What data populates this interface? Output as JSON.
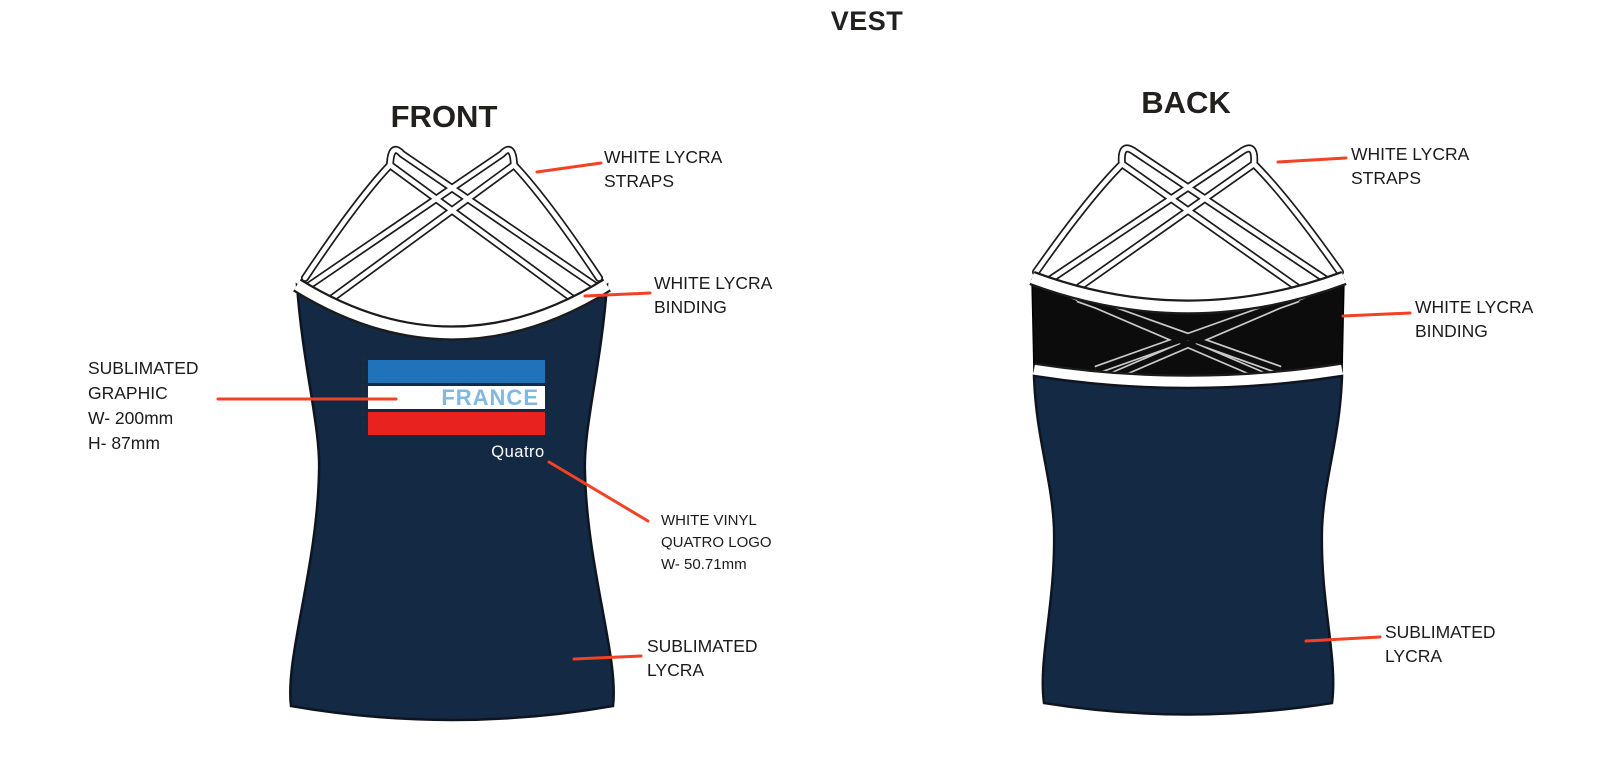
{
  "title": "VEST",
  "views": {
    "front": {
      "heading": "FRONT",
      "graphic": {
        "country_label": "FRANCE",
        "brand_label": "Quatro"
      },
      "annotations": {
        "straps": "WHITE LYCRA\nSTRAPS",
        "binding": "WHITE LYCRA\nBINDING",
        "graphic": "SUBLIMATED\nGRAPHIC\nW- 200mm\nH- 87mm",
        "logo": "WHITE VINYL\nQUATRO LOGO\nW- 50.71mm",
        "lycra": "SUBLIMATED\nLYCRA"
      }
    },
    "back": {
      "heading": "BACK",
      "annotations": {
        "straps": "WHITE LYCRA\nSTRAPS",
        "binding": "WHITE LYCRA\nBINDING",
        "lycra": "SUBLIMATED\nLYCRA"
      }
    }
  },
  "colors": {
    "garment_navy": "#132944",
    "leader_red": "#F14226",
    "flag_blue": "#2173B9",
    "flag_red": "#E8221F",
    "france_text_blue": "#7FB8E0",
    "panel_black": "#0C0C0C",
    "strap_white": "#FFFFFF"
  }
}
